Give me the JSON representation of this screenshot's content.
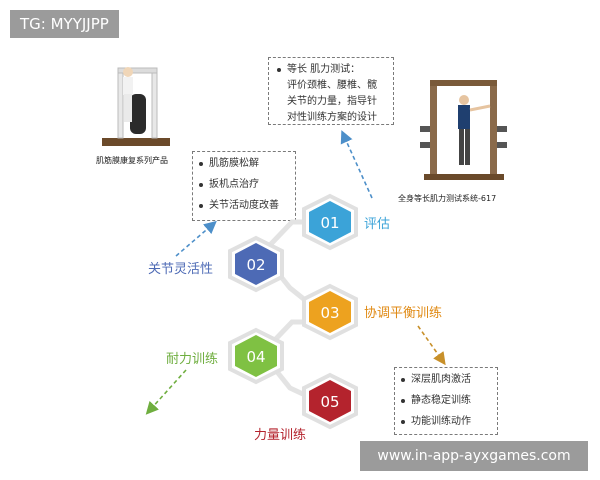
{
  "watermark_tag": "TG: MYYJJPP",
  "footer_url": "www.in-app-ayxgames.com",
  "products": {
    "left_label": "肌筋膜康复系列产品",
    "right_label": "全身等长肌力测试系统-617"
  },
  "notes": {
    "strength_test": {
      "title": "等长 肌力测试：",
      "body": [
        "评价颈椎、腰椎、髋",
        "关节的力量，指导针",
        "对性训练方案的设计"
      ]
    },
    "joint_items": [
      "肌筋膜松解",
      "扳机点治疗",
      "关节活动度改善"
    ],
    "balance_items": [
      "深层肌肉激活",
      "静态稳定训练",
      "功能训练动作"
    ]
  },
  "steps": [
    {
      "num": "01",
      "label": "评估",
      "color": "#3ba3d8"
    },
    {
      "num": "02",
      "label": "关节灵活性",
      "color": "#4d6ab5"
    },
    {
      "num": "03",
      "label": "协调平衡训练",
      "color": "#eda21f"
    },
    {
      "num": "04",
      "label": "耐力训练",
      "color": "#7fc143"
    },
    {
      "num": "05",
      "label": "力量训练",
      "color": "#b4232d"
    }
  ]
}
